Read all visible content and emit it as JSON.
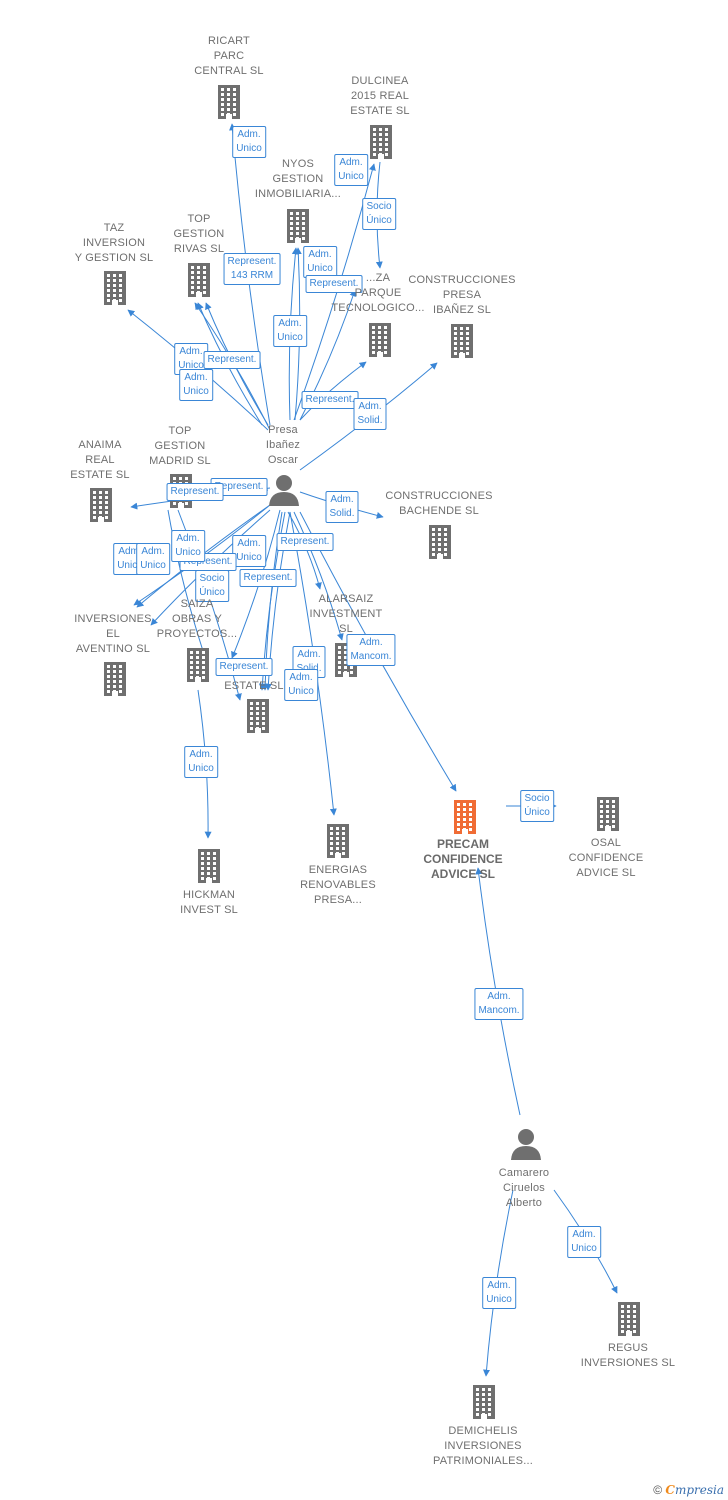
{
  "colors": {
    "edge": "#3a86d6",
    "building": "#6f6f6f",
    "focus": "#f06c35",
    "person": "#6f6f6f"
  },
  "nodes": [
    {
      "id": "ricart",
      "type": "company",
      "label": "RICART\nPARC\nCENTRAL SL"
    },
    {
      "id": "dulcinea",
      "type": "company",
      "label": "DULCINEA\n2015 REAL\nESTATE  SL"
    },
    {
      "id": "nyos",
      "type": "company",
      "label": "NYOS\nGESTION\nINMOBILIARIA..."
    },
    {
      "id": "taz",
      "type": "company",
      "label": "TAZ\nINVERSION\nY GESTION  SL"
    },
    {
      "id": "toprivas",
      "type": "company",
      "label": "TOP\nGESTION\nRIVAS  SL"
    },
    {
      "id": "saizaparque",
      "type": "company",
      "label": "...ZA\nPARQUE\nTECNOLOGICO..."
    },
    {
      "id": "construpresa",
      "type": "company",
      "label": "CONSTRUCCIONES\nPRESA\nIBAÑEZ SL"
    },
    {
      "id": "presa",
      "type": "person",
      "label": "Presa\nIbañez\nOscar"
    },
    {
      "id": "anaima",
      "type": "company",
      "label": "ANAIMA\nREAL\nESTATE  SL"
    },
    {
      "id": "topmadrid",
      "type": "company",
      "label": "TOP\nGESTION\nMADRID  SL"
    },
    {
      "id": "bachende",
      "type": "company",
      "label": "CONSTRUCCIONES\nBACHENDE SL"
    },
    {
      "id": "aventino",
      "type": "company",
      "label": "INVERSIONES\nEL\nAVENTINO  SL"
    },
    {
      "id": "saizaobras",
      "type": "company",
      "label": "SAIZA\nOBRAS Y\nPROYECTOS..."
    },
    {
      "id": "alarsaiz",
      "type": "company",
      "label": "ALARSAIZ\nINVESTMENT\nSL"
    },
    {
      "id": "estate",
      "type": "company",
      "label": "ESTATE  SL"
    },
    {
      "id": "hickman",
      "type": "company",
      "label": "HICKMAN\nINVEST  SL"
    },
    {
      "id": "energias",
      "type": "company",
      "label": "ENERGIAS\nRENOVABLES\nPRESA..."
    },
    {
      "id": "precam",
      "type": "focus",
      "label": "PRECAM\nCONFIDENCE\nADVICE  SL"
    },
    {
      "id": "osal",
      "type": "company",
      "label": "OSAL\nCONFIDENCE\nADVICE  SL"
    },
    {
      "id": "camarero",
      "type": "person",
      "label": "Camarero\nCiruelos\nAlberto"
    },
    {
      "id": "regus",
      "type": "company",
      "label": "REGUS\nINVERSIONES SL"
    },
    {
      "id": "demichelis",
      "type": "company",
      "label": "DEMICHELIS\nINVERSIONES\nPATRIMONIALES..."
    }
  ],
  "edges": [
    {
      "from": "presa",
      "to": "ricart",
      "label": "Adm.\nUnico"
    },
    {
      "from": "presa",
      "to": "dulcinea",
      "label": "Adm.\nUnico"
    },
    {
      "from": "dulcinea",
      "to": "saizaparque",
      "label": "Socio\nÚnico"
    },
    {
      "from": "presa",
      "to": "nyos",
      "label": "Adm.\nUnico"
    },
    {
      "from": "presa",
      "to": "toprivas",
      "label": "Represent.\n143 RRM"
    },
    {
      "from": "presa",
      "to": "saizaparque",
      "label": "Represent."
    },
    {
      "from": "presa",
      "to": "nyos",
      "label": "Adm.\nUnico"
    },
    {
      "from": "presa",
      "to": "taz",
      "label": "Adm.\nUnico"
    },
    {
      "from": "presa",
      "to": "toprivas",
      "label": "Represent."
    },
    {
      "from": "presa",
      "to": "toprivas",
      "label": "Adm.\nUnico"
    },
    {
      "from": "presa",
      "to": "saizaparque",
      "label": "Represent."
    },
    {
      "from": "presa",
      "to": "construpresa",
      "label": "Adm.\nSolid."
    },
    {
      "from": "presa",
      "to": "anaima",
      "label": "Represent."
    },
    {
      "from": "presa",
      "to": "topmadrid",
      "label": "Represent."
    },
    {
      "from": "presa",
      "to": "bachende",
      "label": "Adm.\nSolid."
    },
    {
      "from": "presa",
      "to": "aventino",
      "label": "Adm.\nUnico"
    },
    {
      "from": "presa",
      "to": "aventino",
      "label": "Adm.\nUnico"
    },
    {
      "from": "presa",
      "to": "saizaobras",
      "label": "Adm.\nUnico"
    },
    {
      "from": "presa",
      "to": "saizaobras",
      "label": "Represent."
    },
    {
      "from": "topmadrid",
      "to": "estate",
      "label": "Socio\nÚnico"
    },
    {
      "from": "presa",
      "to": "estate",
      "label": "Adm.\nUnico"
    },
    {
      "from": "presa",
      "to": "alarsaiz",
      "label": "Represent."
    },
    {
      "from": "presa",
      "to": "estate",
      "label": "Represent."
    },
    {
      "from": "presa",
      "to": "alarsaiz",
      "label": "Adm.\nMancom."
    },
    {
      "from": "presa",
      "to": "estate",
      "label": "Represent."
    },
    {
      "from": "presa",
      "to": "energias",
      "label": "Adm.\nSolid."
    },
    {
      "from": "presa",
      "to": "estate",
      "label": "Adm.\nUnico"
    },
    {
      "from": "saizaobras",
      "to": "hickman",
      "label": "Adm.\nUnico"
    },
    {
      "from": "presa",
      "to": "precam",
      "label": ""
    },
    {
      "from": "precam",
      "to": "osal",
      "label": "Socio\nÚnico"
    },
    {
      "from": "camarero",
      "to": "precam",
      "label": "Adm.\nMancom."
    },
    {
      "from": "camarero",
      "to": "regus",
      "label": "Adm.\nUnico"
    },
    {
      "from": "camarero",
      "to": "demichelis",
      "label": "Adm.\nUnico"
    }
  ],
  "footer": {
    "copyright": "©",
    "brand_first": "C",
    "brand_rest": "mpresia"
  }
}
